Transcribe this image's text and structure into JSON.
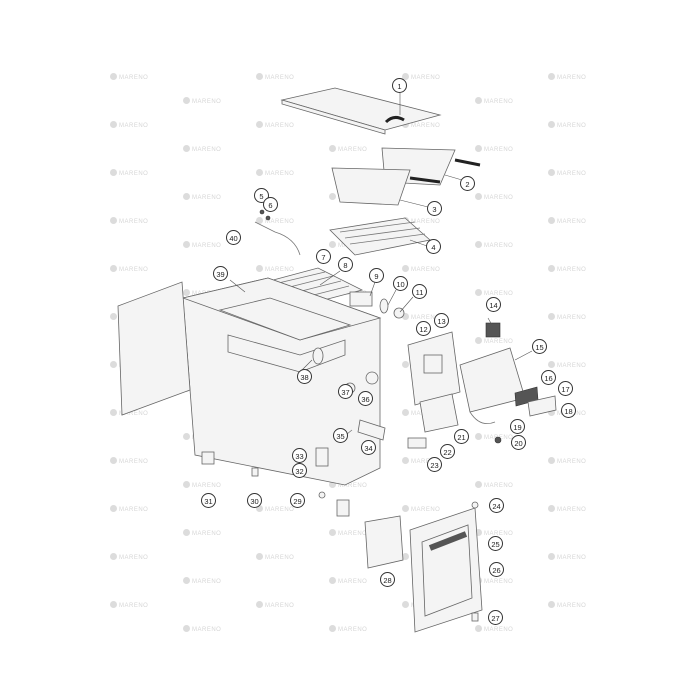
{
  "watermark_text": "MARENO",
  "callouts": [
    "1",
    "2",
    "3",
    "4",
    "5",
    "6",
    "7",
    "8",
    "9",
    "10",
    "11",
    "12",
    "13",
    "14",
    "15",
    "16",
    "17",
    "18",
    "19",
    "20",
    "21",
    "22",
    "23",
    "24",
    "25",
    "26",
    "27",
    "28",
    "29",
    "30",
    "31",
    "32",
    "33",
    "34",
    "35",
    "36",
    "37",
    "38",
    "39",
    "40"
  ],
  "colors": {
    "line": "#666666",
    "handle": "#333333",
    "watermark": "#d6d6d6"
  }
}
